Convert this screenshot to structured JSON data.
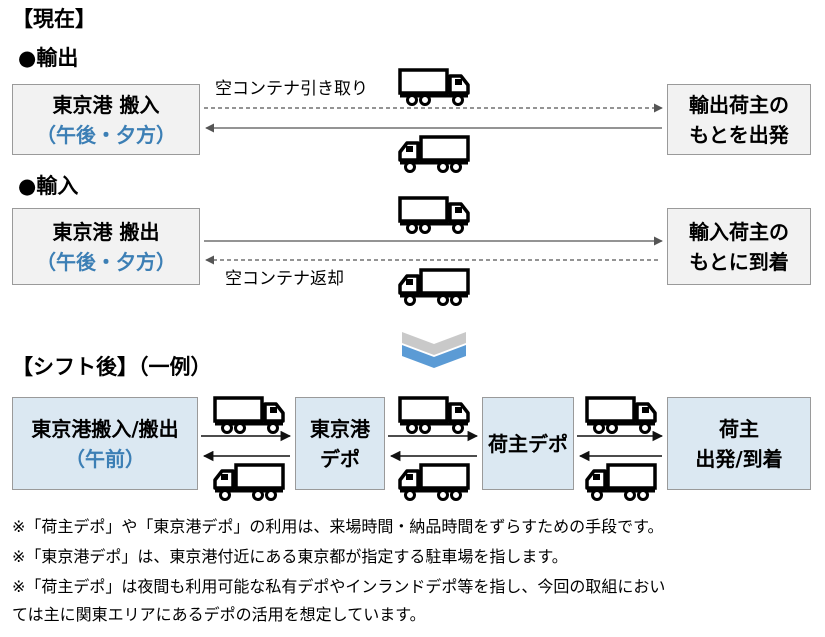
{
  "section_current": "【現在】",
  "export_heading": "●輸出",
  "import_heading": "●輸入",
  "export_left": {
    "line1": "東京港 搬入",
    "line2": "（午後・夕方）"
  },
  "export_right": {
    "line1": "輸出荷主の",
    "line2": "もとを出発"
  },
  "export_arrow_label": "空コンテナ引き取り",
  "import_left": {
    "line1": "東京港 搬出",
    "line2": "（午後・夕方）"
  },
  "import_right": {
    "line1": "輸入荷主の",
    "line2": "もとに到着"
  },
  "import_arrow_label": "空コンテナ返却",
  "section_after": "【シフト後】（一例）",
  "after_box1": {
    "line1": "東京港搬入/搬出",
    "line2": "（午前）"
  },
  "after_box2": {
    "line1": "東京港",
    "line2": "デポ"
  },
  "after_box3": {
    "line1": "荷主デポ"
  },
  "after_box4": {
    "line1": "荷主",
    "line2": "出発/到着"
  },
  "notes": [
    "※「荷主デポ」や「東京港デポ」の利用は、来場時間・納品時間をずらすための手段です。",
    "※「東京港デポ」は、東京港付近にある東京都が指定する駐車場を指します。",
    "※「荷主デポ」は夜間も利用可能な私有デポやインランドデポ等を指し、今回の取組におい",
    "ては主に関東エリアにあるデポの活用を想定しています。"
  ],
  "colors": {
    "box_gray": "#f2f2f2",
    "box_blue": "#dbe8f2",
    "accent_blue": "#3c7fb5",
    "chevron": "#5b9bd5"
  },
  "icons": [
    "truck-icon",
    "chevron-down-icon"
  ]
}
